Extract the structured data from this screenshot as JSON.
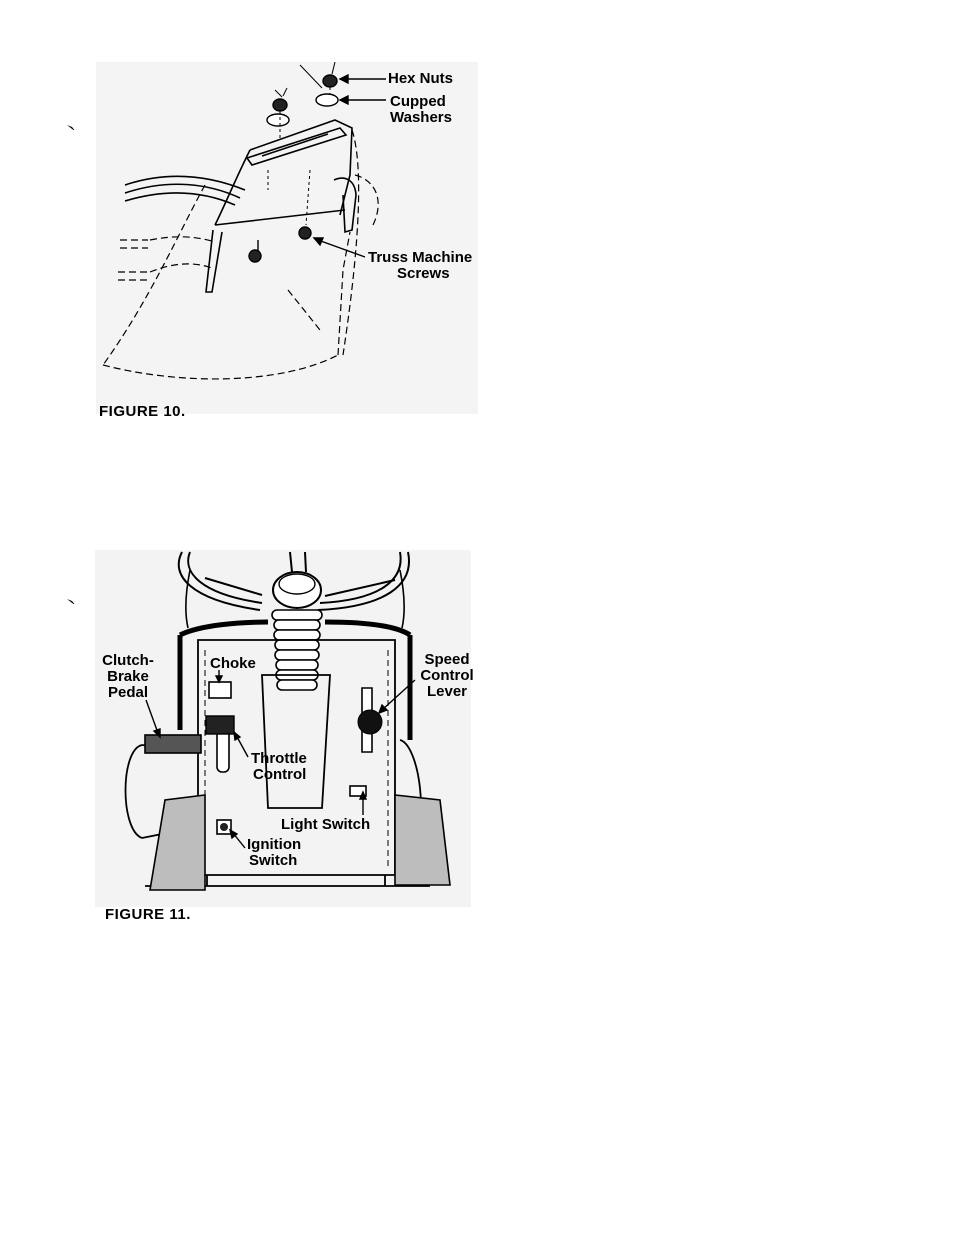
{
  "figure10": {
    "caption": "FIGURE 10.",
    "labels": {
      "hex_nuts": "Hex Nuts",
      "cupped_washers_1": "Cupped",
      "cupped_washers_2": "Washers",
      "truss_screws_1": "Truss Machine",
      "truss_screws_2": "Screws"
    }
  },
  "figure11": {
    "caption": "FIGURE 11.",
    "labels": {
      "clutch_1": "Clutch-",
      "clutch_2": "Brake",
      "clutch_3": "Pedal",
      "choke": "Choke",
      "speed_1": "Speed",
      "speed_2": "Control",
      "speed_3": "Lever",
      "throttle_1": "Throttle",
      "throttle_2": "Control",
      "light_switch": "Light Switch",
      "ignition_1": "Ignition",
      "ignition_2": "Switch"
    }
  }
}
